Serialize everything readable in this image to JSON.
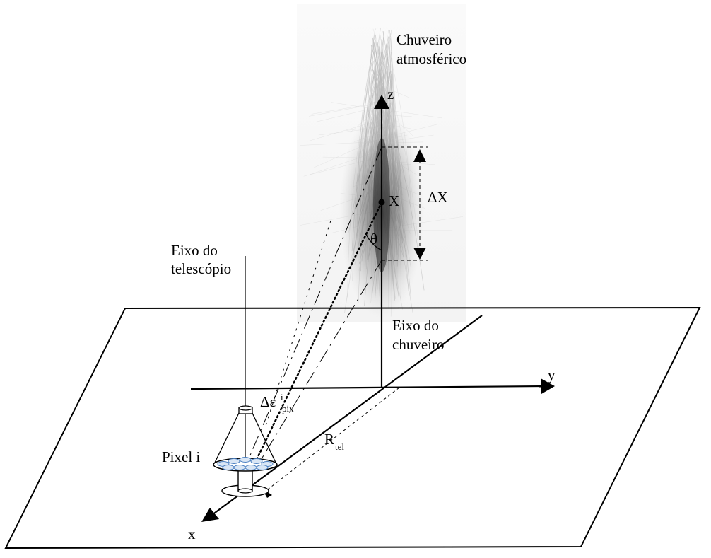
{
  "labels": {
    "shower_title_line1": "Chuveiro",
    "shower_title_line2": "atmosférico",
    "z_axis": "z",
    "y_axis": "y",
    "x_axis": "x",
    "point_x": "X",
    "delta_x": "ΔX",
    "theta": "θ",
    "telescope_axis_line1": "Eixo do",
    "telescope_axis_line2": "telescópio",
    "shower_axis_line1": "Eixo do",
    "shower_axis_line2": "chuveiro",
    "delta_eps_main": "Δε",
    "delta_eps_sup": "i",
    "delta_eps_sub": "pix",
    "r_tel_main": "R",
    "r_tel_sub": "tel",
    "pixel_label": "Pixel i"
  },
  "colors": {
    "ink": "#000000",
    "shower_core": "#333333",
    "shower_halo": "#b8b8b8",
    "shower_background": "#f6f6f6",
    "camera_pixel_fill": "#d9e6f5",
    "camera_pixel_stroke": "#4a7fc1"
  }
}
